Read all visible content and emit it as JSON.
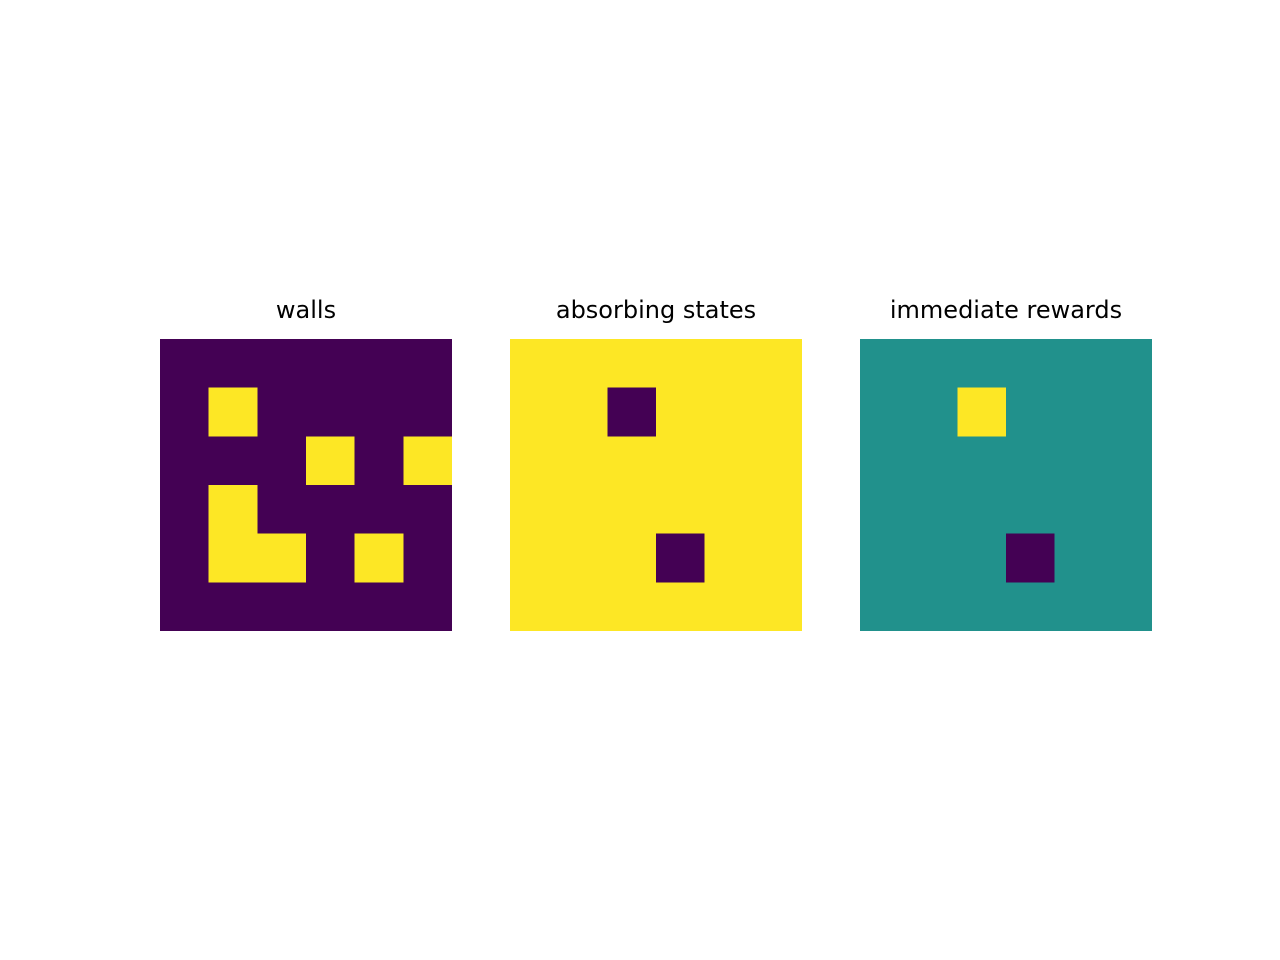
{
  "figure": {
    "background": "#ffffff"
  },
  "colormap": {
    "name": "viridis",
    "low": "#440154",
    "high": "#fde725"
  },
  "chart_data": [
    {
      "type": "heatmap",
      "title": "walls",
      "rows": 6,
      "cols": 6,
      "grid": false,
      "vmin": 0,
      "vmax": 1,
      "values": [
        [
          0,
          0,
          0,
          0,
          0,
          0
        ],
        [
          0,
          1,
          0,
          0,
          0,
          0
        ],
        [
          0,
          0,
          0,
          1,
          0,
          1
        ],
        [
          0,
          1,
          0,
          0,
          0,
          0
        ],
        [
          0,
          1,
          1,
          0,
          1,
          0
        ],
        [
          0,
          0,
          0,
          0,
          0,
          0
        ]
      ]
    },
    {
      "type": "heatmap",
      "title": "absorbing states",
      "rows": 6,
      "cols": 6,
      "grid": false,
      "vmin": 0,
      "vmax": 1,
      "values": [
        [
          1,
          1,
          1,
          1,
          1,
          1
        ],
        [
          1,
          1,
          0,
          1,
          1,
          1
        ],
        [
          1,
          1,
          1,
          1,
          1,
          1
        ],
        [
          1,
          1,
          1,
          1,
          1,
          1
        ],
        [
          1,
          1,
          1,
          0,
          1,
          1
        ],
        [
          1,
          1,
          1,
          1,
          1,
          1
        ]
      ]
    },
    {
      "type": "heatmap",
      "title": "immediate rewards",
      "rows": 6,
      "cols": 6,
      "grid": false,
      "vmin": -1,
      "vmax": 1,
      "values": [
        [
          0,
          0,
          0,
          0,
          0,
          0
        ],
        [
          0,
          0,
          1,
          0,
          0,
          0
        ],
        [
          0,
          0,
          0,
          0,
          0,
          0
        ],
        [
          0,
          0,
          0,
          0,
          0,
          0
        ],
        [
          0,
          0,
          0,
          -1,
          0,
          0
        ],
        [
          0,
          0,
          0,
          0,
          0,
          0
        ]
      ]
    }
  ]
}
